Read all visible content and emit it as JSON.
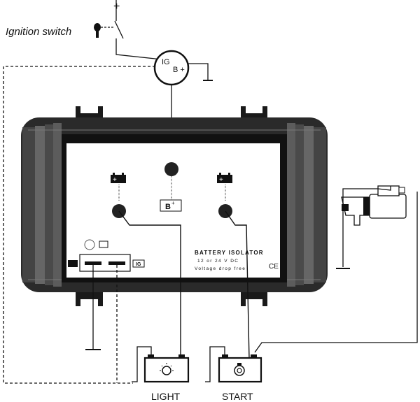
{
  "diagram": {
    "ignition": {
      "label": "Ignition switch",
      "plus": "+"
    },
    "relay": {
      "ig_label": "IG",
      "bplus_label": "B +"
    },
    "module": {
      "title": "BATTERY ISOLATOR",
      "line2": "12 or 24 V DC",
      "line3": "Voltage drop free",
      "ce": "CE",
      "terminal_b": "B",
      "terminal_b_sup": "+",
      "plus_symbol": "+",
      "ig_tag": "IG"
    },
    "batteries": [
      {
        "label": "LIGHT"
      },
      {
        "label": "START"
      }
    ]
  }
}
